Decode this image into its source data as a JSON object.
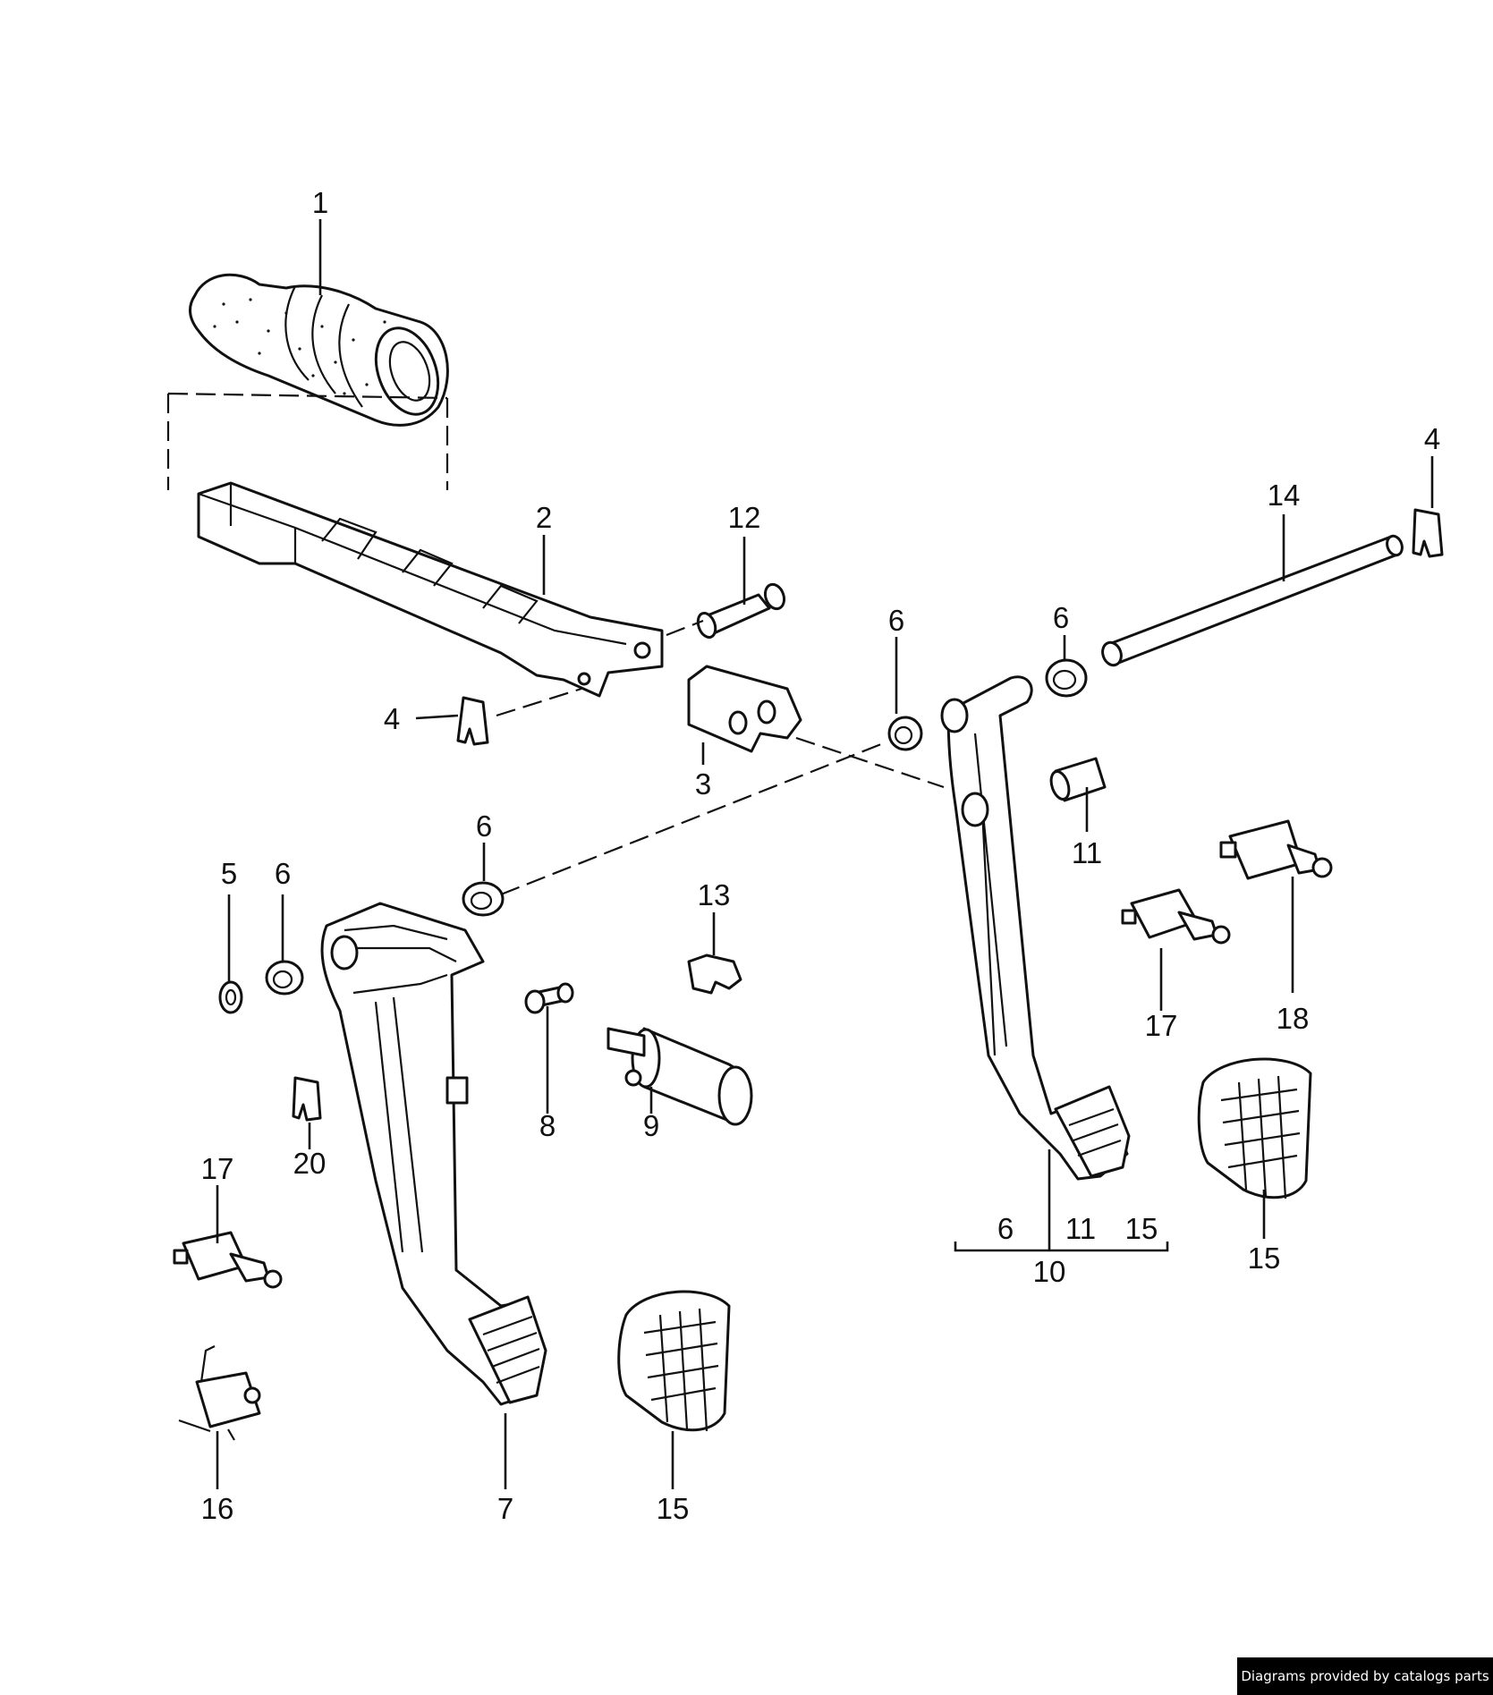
{
  "callouts": {
    "c1": "1",
    "c2": "2",
    "c3": "3",
    "c4a": "4",
    "c4b": "4",
    "c5": "5",
    "c6a": "6",
    "c6b": "6",
    "c6c": "6",
    "c6d": "6",
    "c6e": "6",
    "c7": "7",
    "c8": "8",
    "c9": "9",
    "c10": "10",
    "c11a": "11",
    "c11b": "11",
    "c12": "12",
    "c13": "13",
    "c14": "14",
    "c15a": "15",
    "c15b": "15",
    "c15c": "15",
    "c16": "16",
    "c17a": "17",
    "c17b": "17",
    "c18": "18",
    "c20": "20"
  },
  "footer": {
    "credit": "Diagrams provided by catalogs parts"
  },
  "colors": {
    "line": "#111111",
    "background": "#ffffff",
    "credit_bg": "#000000"
  }
}
